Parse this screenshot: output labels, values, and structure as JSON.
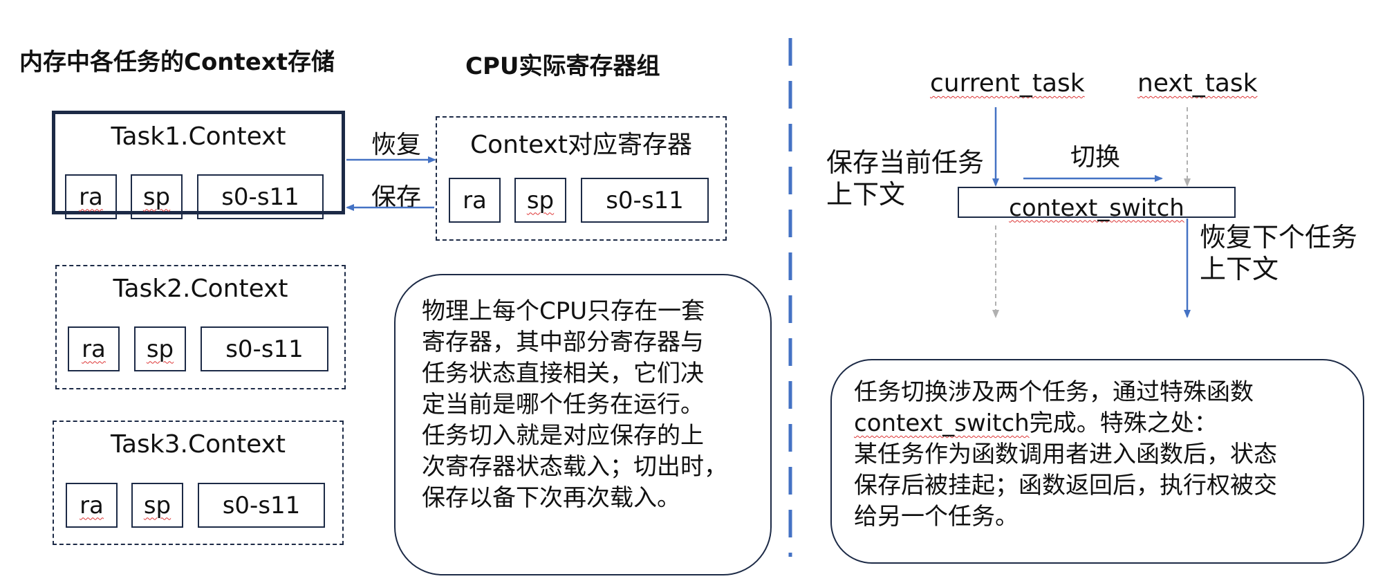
{
  "titles": {
    "memory": "内存中各任务的Context存储",
    "cpu": "CPU实际寄存器组"
  },
  "tasks": [
    {
      "name": "Task1.Context",
      "regs": [
        "ra",
        "sp",
        "s0-s11"
      ]
    },
    {
      "name": "Task2.Context",
      "regs": [
        "ra",
        "sp",
        "s0-s11"
      ]
    },
    {
      "name": "Task3.Context",
      "regs": [
        "ra",
        "sp",
        "s0-s11"
      ]
    }
  ],
  "cpu_box": {
    "name": "Context对应寄存器",
    "regs": [
      "ra",
      "sp",
      "s0-s11"
    ]
  },
  "arrows": {
    "restore": "恢复",
    "save": "保存"
  },
  "left_note": [
    "物理上每个CPU只存在一套",
    "寄存器，其中部分寄存器与",
    "任务状态直接相关，它们决",
    "定当前是哪个任务在运行。",
    "任务切入就是对应保存的上",
    "次寄存器状态载入；切出时，",
    "保存以备下次再次载入。"
  ],
  "switch": {
    "current_task": "current_task",
    "next_task": "next_task",
    "save_label": [
      "保存当前任务",
      "上下文"
    ],
    "switch_label": "切换",
    "function": "context_switch",
    "restore_label": [
      "恢复下个任务",
      "上下文"
    ]
  },
  "right_note": {
    "line1": "任务切换涉及两个任务，通过特殊函数",
    "line2_code": "context_switch",
    "line2_rest": "完成。特殊之处：",
    "line3": "某任务作为函数调用者进入函数后，状态",
    "line4": "保存后被挂起；函数返回后，执行权被交",
    "line5": "给另一个任务。"
  },
  "colors": {
    "arrow": "#4472c4",
    "border": "#1c2a46",
    "divider": "#4472c4",
    "faded_arrow": "#b0b0b0"
  }
}
